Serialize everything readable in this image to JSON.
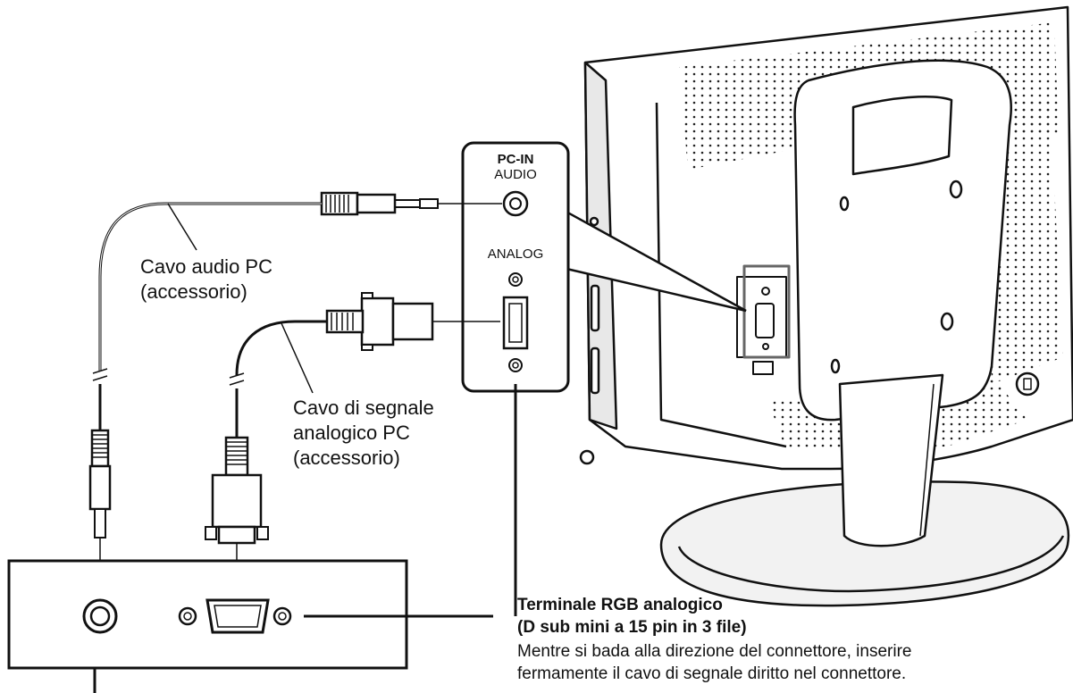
{
  "labels": {
    "audio_cable": [
      "Cavo audio PC",
      "(accessorio)"
    ],
    "signal_cable": [
      "Cavo di segnale",
      "analogico PC",
      "(accessorio)"
    ]
  },
  "panel": {
    "title": "PC-IN",
    "audio": "AUDIO",
    "analog": "ANALOG"
  },
  "terminal": {
    "title_lines": [
      "Terminale RGB analogico",
      "(D sub mini a 15 pin in 3 file)"
    ],
    "desc_lines": [
      "Mentre si bada alla direzione del connettore, inserire",
      "fermamente il cavo di segnale diritto nel connettore."
    ]
  }
}
